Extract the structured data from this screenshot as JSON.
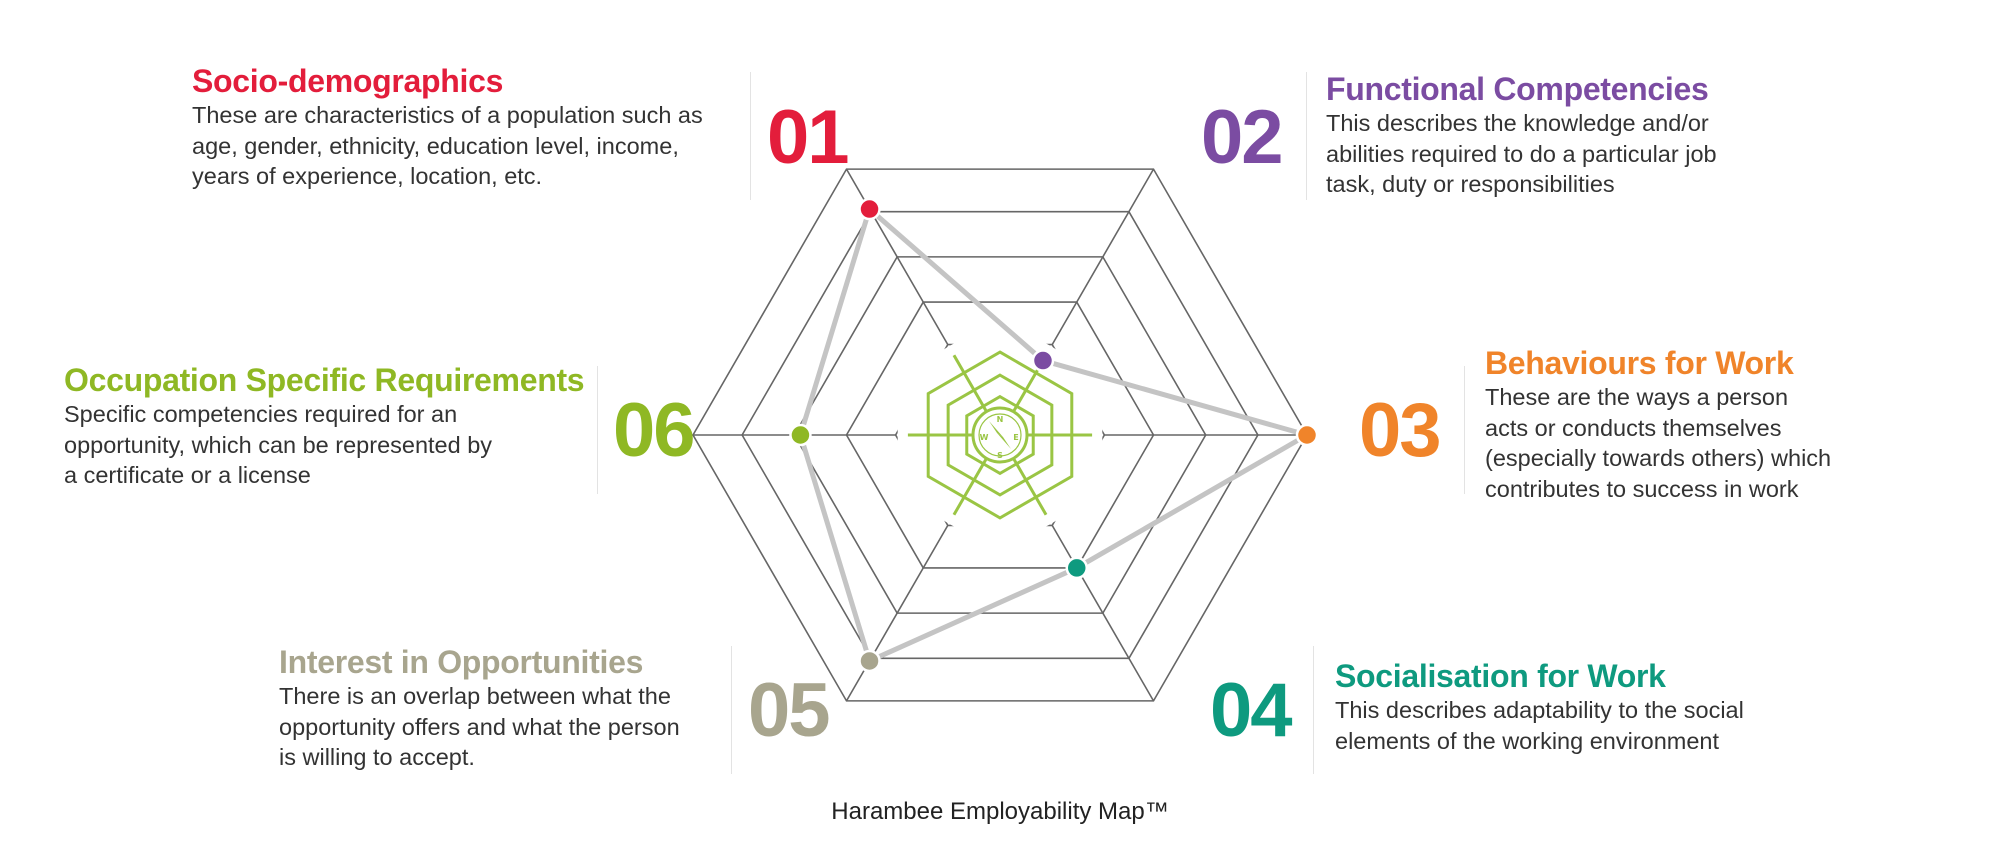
{
  "sections": [
    {
      "num": "01",
      "title": "Socio-demographics",
      "lines": [
        "These are characteristics of a population such as",
        "age, gender, ethnicity, education level, income,",
        "years of experience, location, etc."
      ],
      "color": "#e31d3b",
      "value": 0.85
    },
    {
      "num": "02",
      "title": "Functional Competencies",
      "lines": [
        "This describes the knowledge and/or",
        "abilities required to do a particular job",
        "task, duty or responsibilities"
      ],
      "color": "#7b4ca2",
      "value": 0.28
    },
    {
      "num": "03",
      "title": "Behaviours for Work",
      "lines": [
        "These are the ways a person",
        "acts or conducts themselves",
        "(especially towards others) which",
        "contributes to success in work"
      ],
      "color": "#f0842a",
      "value": 1.0
    },
    {
      "num": "04",
      "title": "Socialisation for Work",
      "lines": [
        "This describes adaptability to the social",
        "elements of the working environment"
      ],
      "color": "#0e9a7f",
      "value": 0.5
    },
    {
      "num": "05",
      "title": "Interest in Opportunities",
      "lines": [
        "There is an overlap between what the",
        "opportunity offers and what the person",
        "is willing to accept."
      ],
      "color": "#a8a58e",
      "value": 0.85
    },
    {
      "num": "06",
      "title": "Occupation Specific Requirements",
      "lines": [
        "Specific competencies required for an",
        "opportunity, which can be represented by",
        "a certificate or a license"
      ],
      "color": "#8fb824",
      "value": 0.65
    }
  ],
  "compass": {
    "icon": "compass-icon",
    "color": "#9ac544",
    "letters": [
      "N",
      "E",
      "S",
      "W"
    ]
  },
  "colors": {
    "grid": "#666666",
    "polygon": "#c4c4c4"
  },
  "footer": "Harambee Employability Map™"
}
